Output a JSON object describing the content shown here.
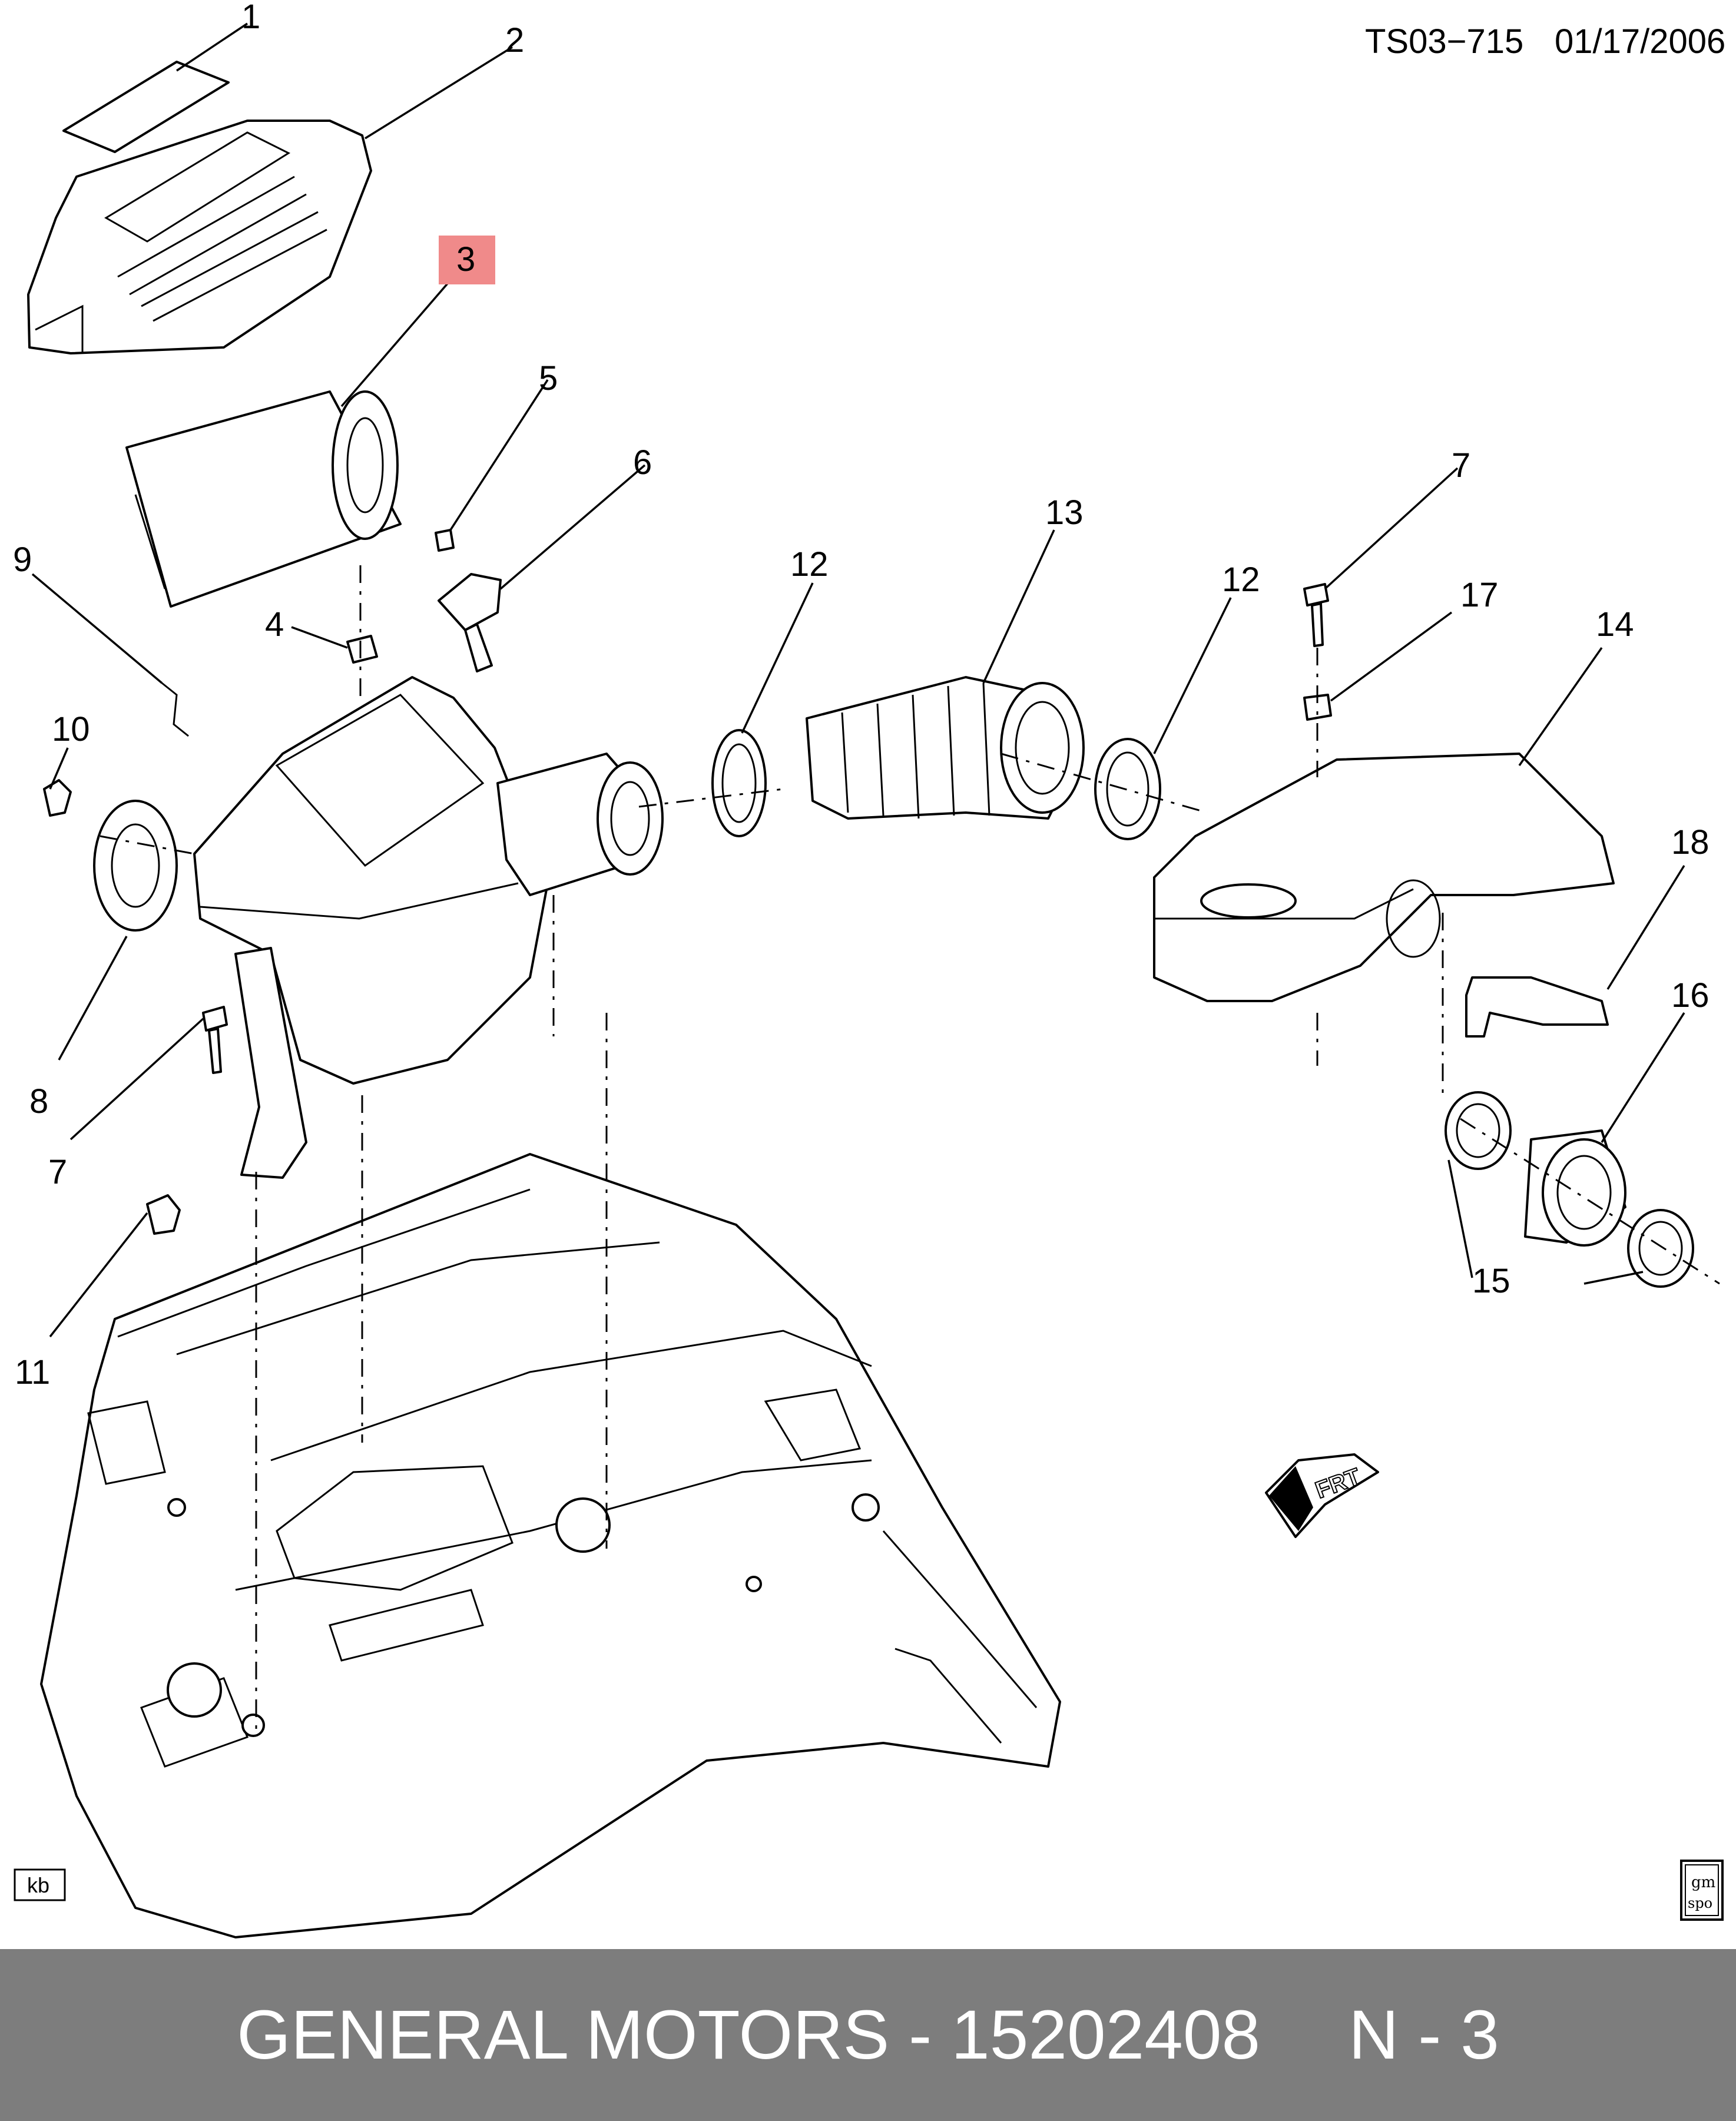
{
  "header": {
    "drawing_id": "TS03−715",
    "date": "01/17/2006"
  },
  "callouts": [
    {
      "id": "c1",
      "label": "1"
    },
    {
      "id": "c2",
      "label": "2"
    },
    {
      "id": "c3",
      "label": "3",
      "highlighted": true
    },
    {
      "id": "c4",
      "label": "4"
    },
    {
      "id": "c5",
      "label": "5"
    },
    {
      "id": "c6",
      "label": "6"
    },
    {
      "id": "c7a",
      "label": "7"
    },
    {
      "id": "c7b",
      "label": "7"
    },
    {
      "id": "c8",
      "label": "8"
    },
    {
      "id": "c9",
      "label": "9"
    },
    {
      "id": "c10",
      "label": "10"
    },
    {
      "id": "c11",
      "label": "11"
    },
    {
      "id": "c12a",
      "label": "12"
    },
    {
      "id": "c12b",
      "label": "12"
    },
    {
      "id": "c13",
      "label": "13"
    },
    {
      "id": "c14",
      "label": "14"
    },
    {
      "id": "c15",
      "label": "15"
    },
    {
      "id": "c16",
      "label": "16"
    },
    {
      "id": "c17",
      "label": "17"
    },
    {
      "id": "c18",
      "label": "18"
    }
  ],
  "highlight_color": "#f08a8a",
  "frt_label": "FRT",
  "corner_box_label": "kb",
  "logo_text": [
    "gm",
    "spo"
  ],
  "footer": {
    "brand_part": "GENERAL MOTORS - 15202408",
    "position": "N - 3"
  }
}
